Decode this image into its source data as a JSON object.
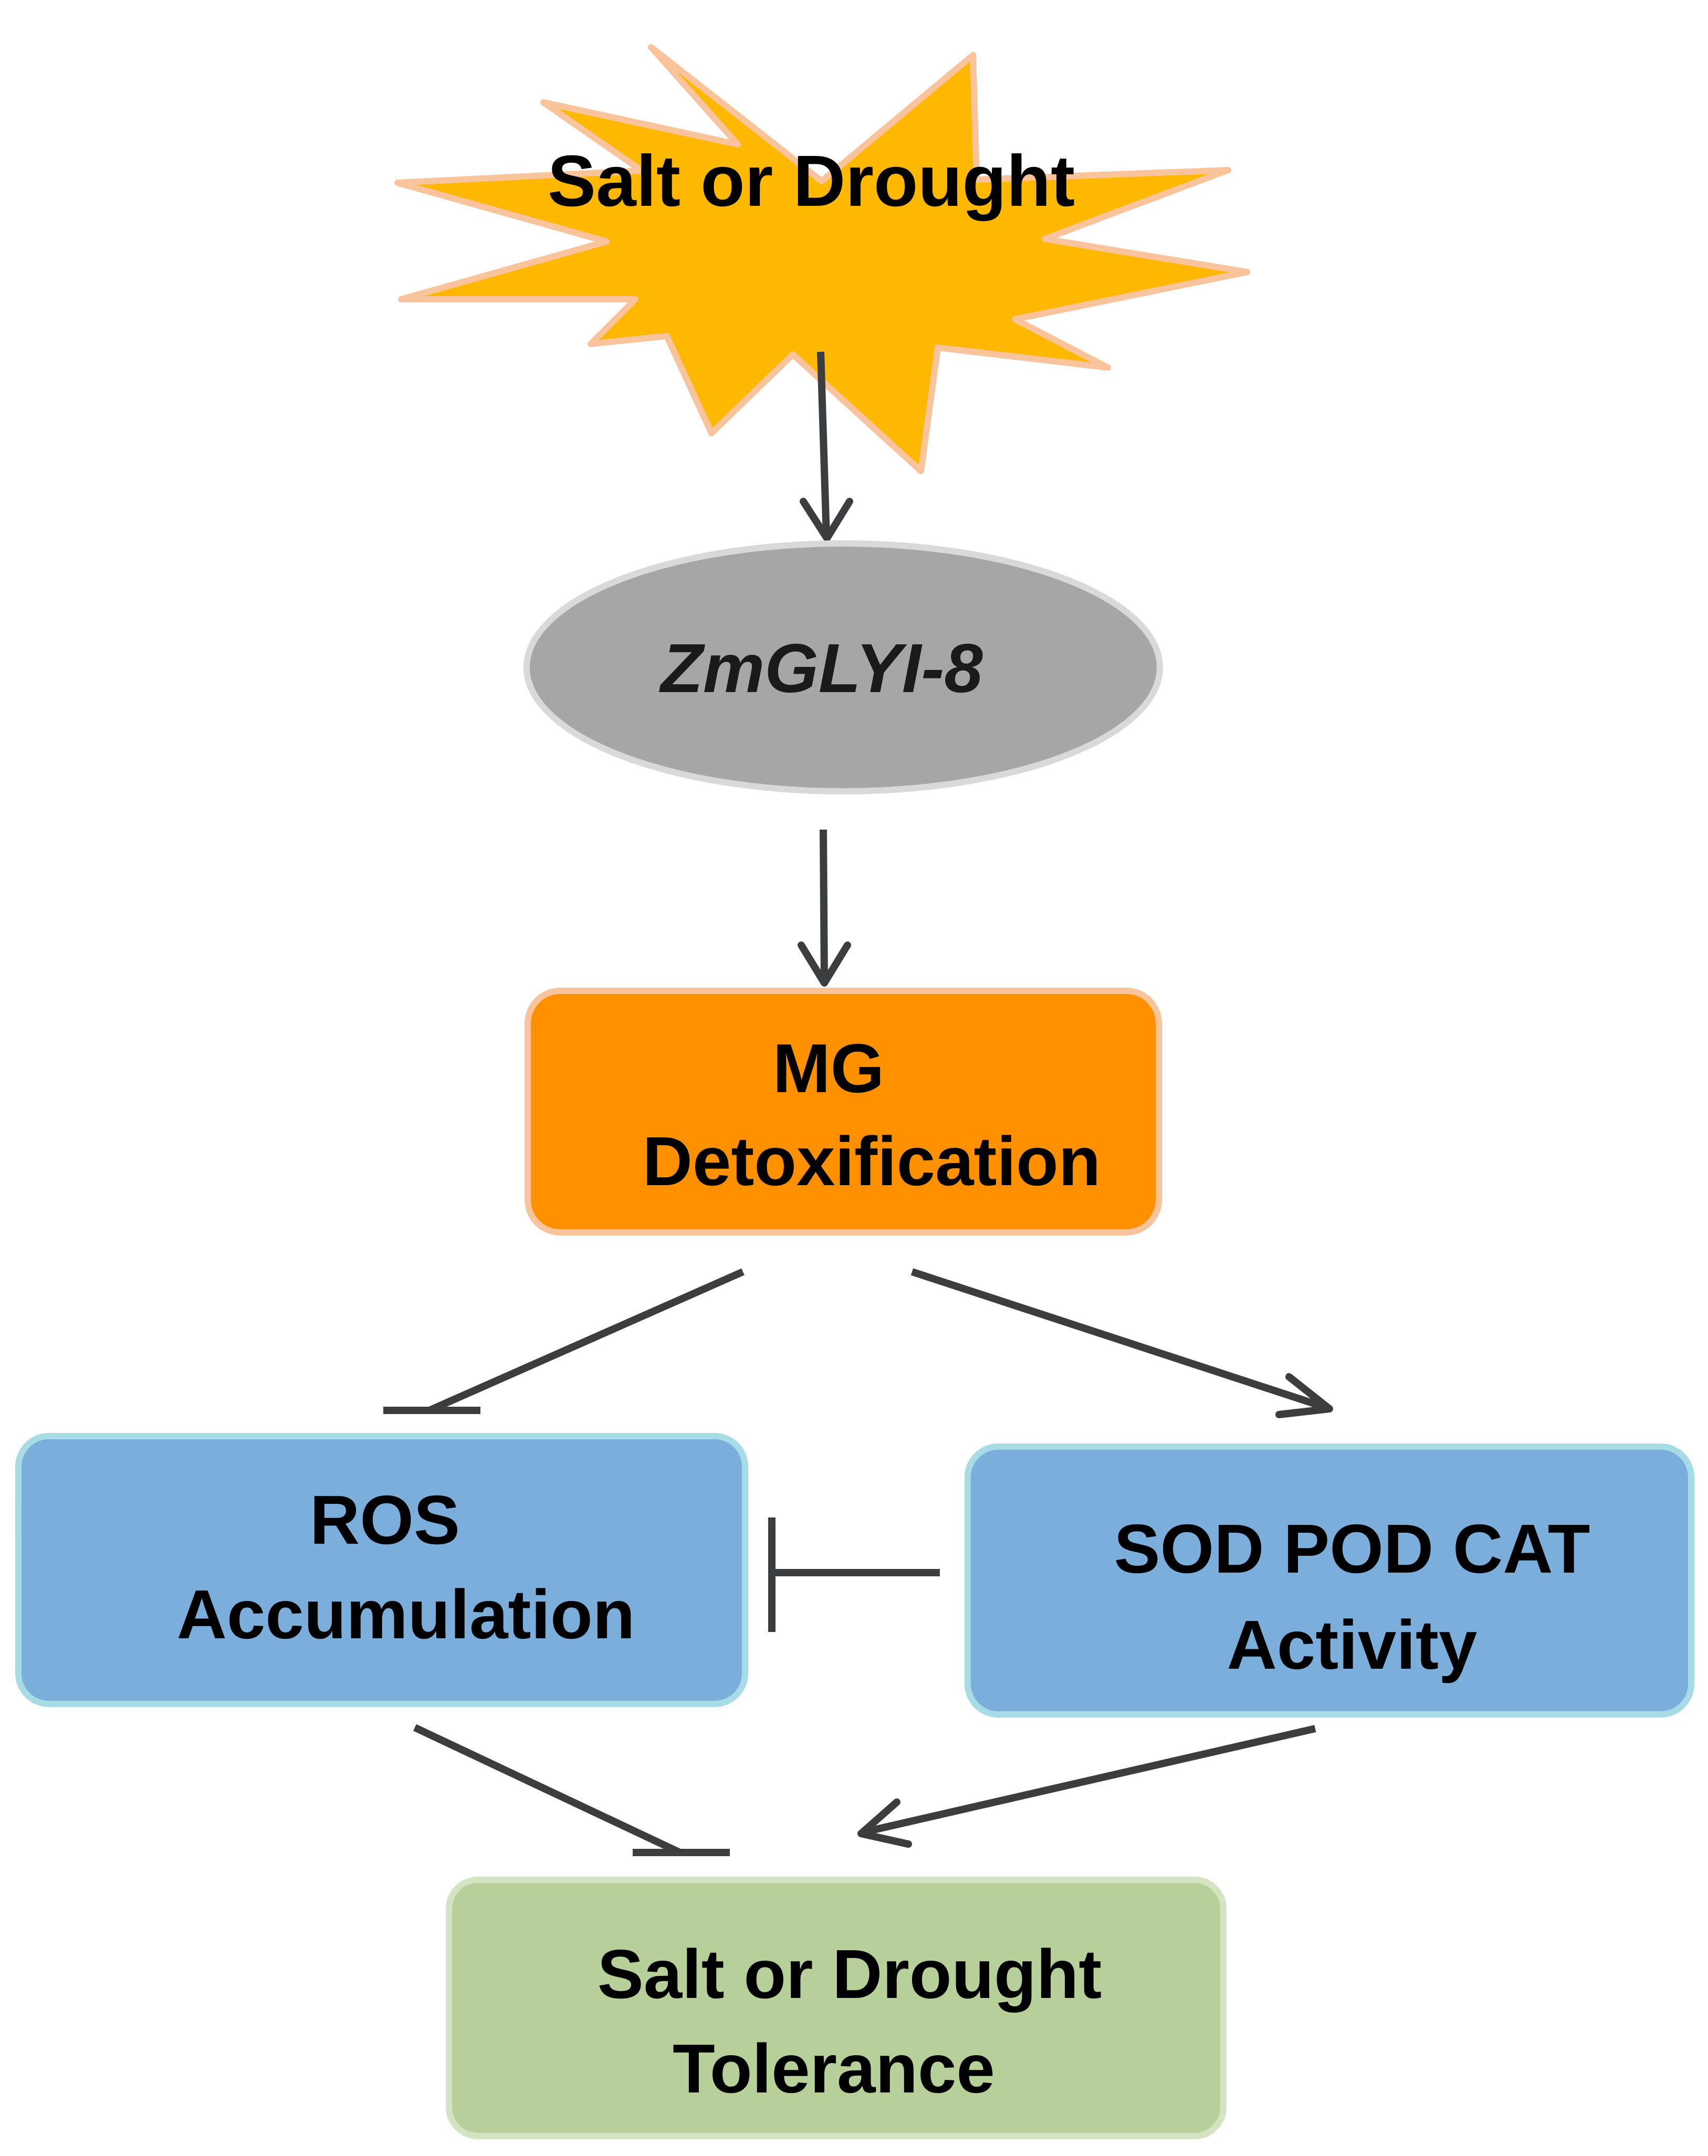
{
  "nodes": {
    "stress": {
      "line1": "Salt or Drought"
    },
    "gene": {
      "line1": "ZmGLYI-8"
    },
    "mg": {
      "line1": "MG",
      "line2": "Detoxification"
    },
    "ros": {
      "line1": "ROS",
      "line2": "Accumulation"
    },
    "sod": {
      "line1": "SOD POD CAT",
      "line2": "Activity"
    },
    "tolerance": {
      "line1": "Salt or Drought",
      "line2": "Tolerance"
    }
  },
  "edges": [
    {
      "from": "stress",
      "to": "gene",
      "type": "activate"
    },
    {
      "from": "gene",
      "to": "mg",
      "type": "activate"
    },
    {
      "from": "mg",
      "to": "ros",
      "type": "inhibit"
    },
    {
      "from": "mg",
      "to": "sod",
      "type": "activate"
    },
    {
      "from": "sod",
      "to": "ros",
      "type": "inhibit"
    },
    {
      "from": "ros",
      "to": "tolerance",
      "type": "inhibit"
    },
    {
      "from": "sod",
      "to": "tolerance",
      "type": "activate"
    }
  ],
  "colors": {
    "stress_fill": "#FFB800",
    "stress_outline": "#F9C49B",
    "gene_fill": "#A6A6A6",
    "gene_outline": "#D9D9D9",
    "mg_fill": "#FF9100",
    "mg_outline": "#F9C49B",
    "blue_fill": "#7BAEDA",
    "blue_outline": "#A7DBE6",
    "green_fill": "#B7D09A",
    "green_outline": "#D3E4C3",
    "connector": "#3B3D3F"
  }
}
